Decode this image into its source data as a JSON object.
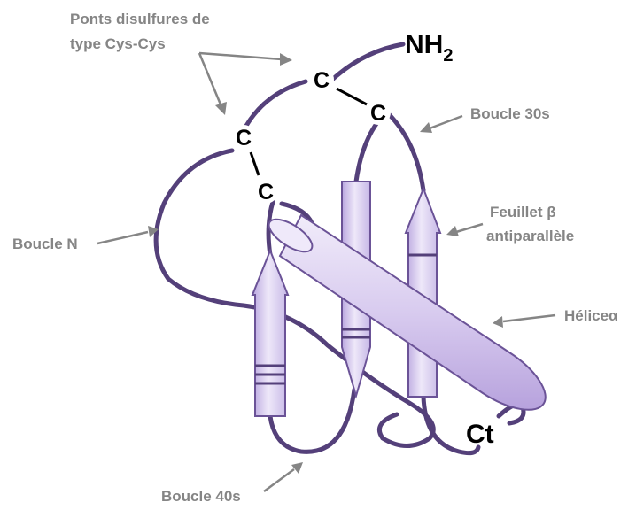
{
  "labels": {
    "disulfide": [
      "Ponts disulfures de",
      "type Cys-Cys"
    ],
    "boucle_30s": "Boucle 30s",
    "feuillet": [
      "Feuillet β",
      "antiparallèle"
    ],
    "boucle_n": "Boucle N",
    "helice": "Héliceα",
    "boucle_40s": "Boucle 40s"
  },
  "terminals": {
    "nh_main": "NH",
    "nh_sub": "2",
    "ct": "Ct"
  },
  "cysteines": [
    "C",
    "C",
    "C",
    "C"
  ],
  "colors": {
    "chain": "#54407a",
    "label_gray": "#858585",
    "element_fill": "#d9cdef"
  }
}
